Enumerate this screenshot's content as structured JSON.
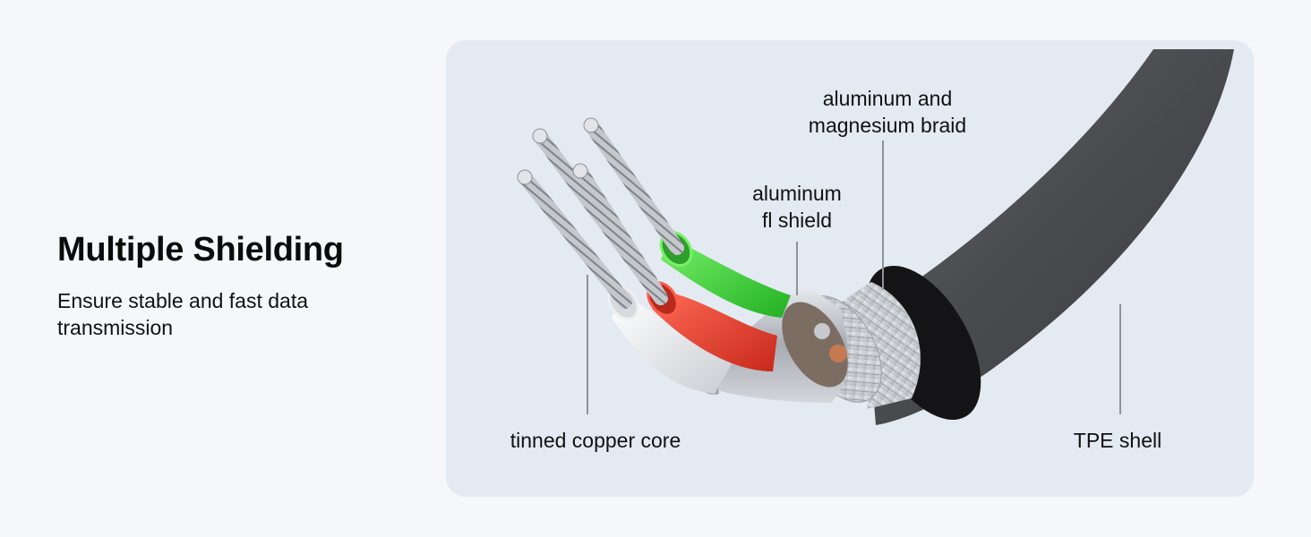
{
  "heading": {
    "title": "Multiple Shielding",
    "subtitle": "Ensure stable and fast data transmission"
  },
  "labels": {
    "braid_line1": "aluminum and",
    "braid_line2": "magnesium braid",
    "foil_line1": "aluminum",
    "foil_line2": "fl shield",
    "core": "tinned copper core",
    "shell": "TPE shell"
  },
  "colors": {
    "background": "#f5f7fb",
    "panel": "#e4eaf2",
    "shell": "#4a4b4f",
    "wire_green": "#3ed43a",
    "wire_red": "#e0412f",
    "wire_white": "#eef0f2",
    "foil": "#b9bdc4"
  }
}
